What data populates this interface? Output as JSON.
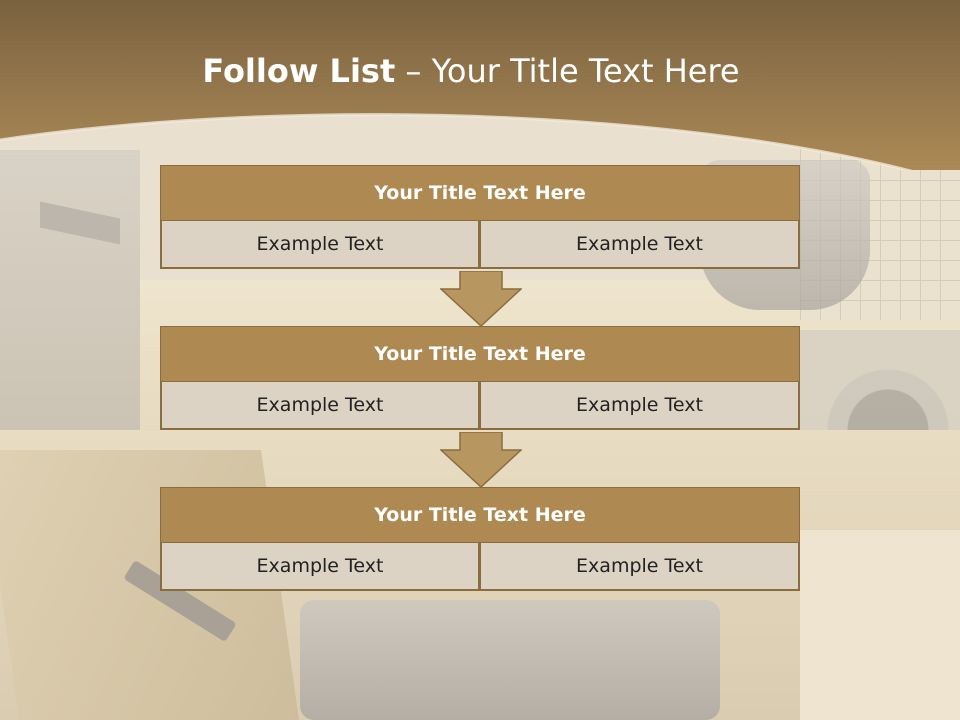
{
  "slide": {
    "title_bold": "Follow List",
    "title_rest": " – Your Title Text Here"
  },
  "blocks": [
    {
      "title": "Your Title Text Here",
      "left": "Example Text",
      "right": "Example Text"
    },
    {
      "title": "Your Title Text Here",
      "left": "Example Text",
      "right": "Example Text"
    },
    {
      "title": "Your Title Text Here",
      "left": "Example Text",
      "right": "Example Text"
    }
  ],
  "colors": {
    "header_top": "#7a6240",
    "header_bottom": "#b08d58",
    "block_title": "#ae8a52",
    "cell": "#dcd3c5",
    "border": "#8a6d3e",
    "arrow": "#b8965f"
  }
}
